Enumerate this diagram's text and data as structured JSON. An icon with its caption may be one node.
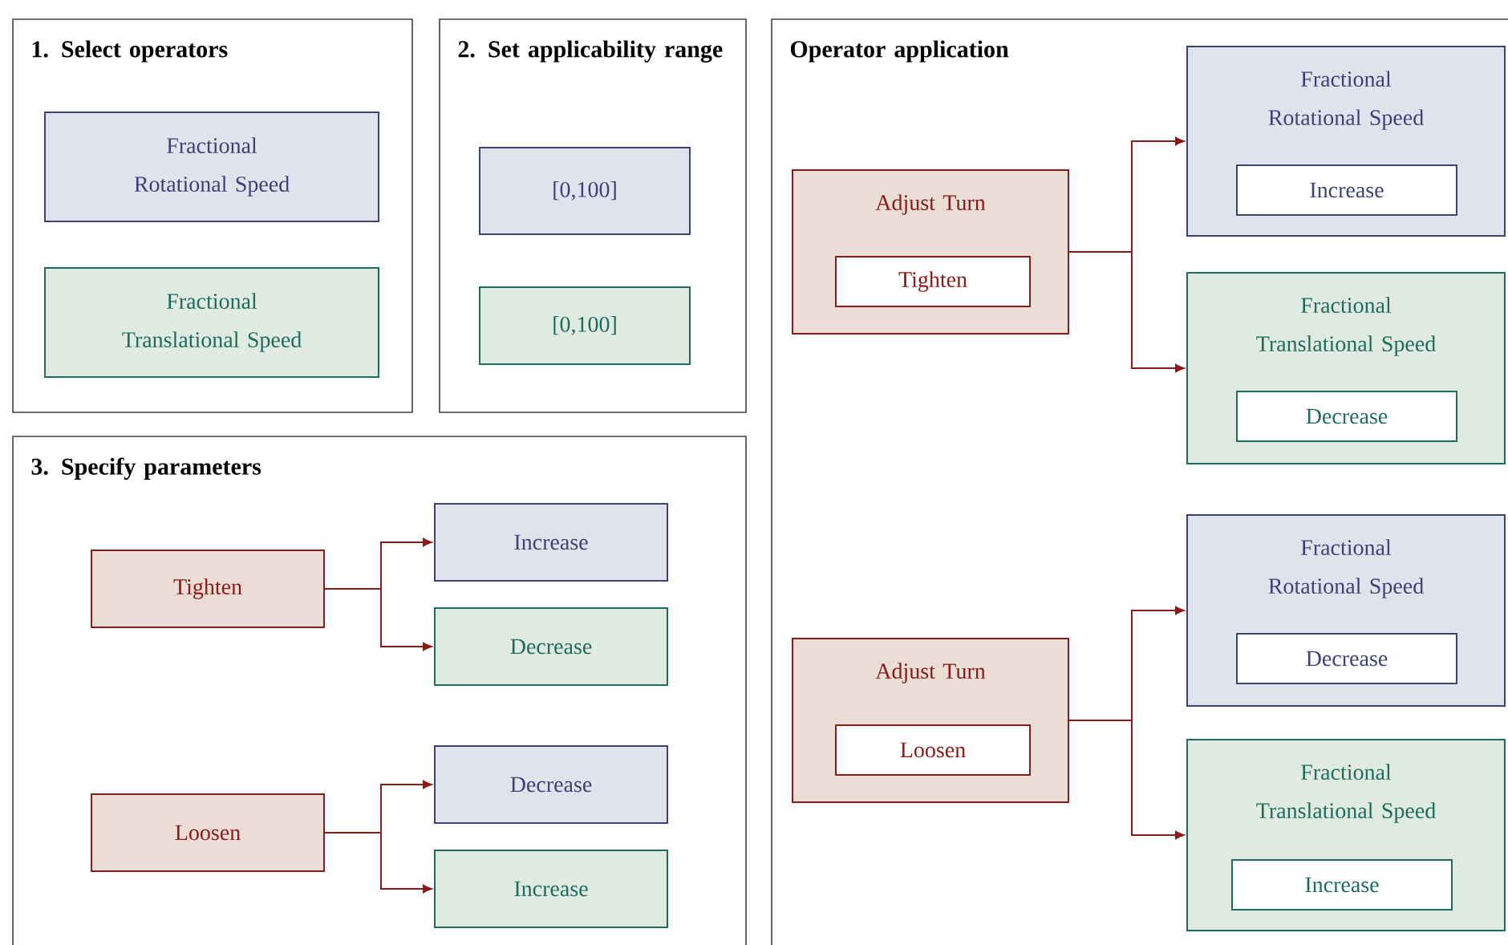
{
  "diagram": {
    "nodes": [
      {
        "text": [
          "1. Select operators"
        ]
      },
      {
        "text": [
          "Fractional Rotational Speed"
        ],
        "in": 0
      },
      {
        "text": [
          "Fractional Translational Speed"
        ],
        "in": 0
      },
      {
        "text": [
          "2. Set applicability range"
        ]
      },
      {
        "text": [
          "[0,100]"
        ],
        "in": 3
      },
      {
        "text": [
          "[0,100]"
        ],
        "in": 3
      },
      {
        "text": [
          "3. Specify parameters"
        ]
      },
      {
        "text": [
          "Tighten"
        ],
        "in": 6
      },
      {
        "text": [
          "Increase"
        ],
        "in": 6
      },
      {
        "text": [
          "Decrease"
        ],
        "in": 6
      },
      {
        "text": [
          "Loosen"
        ],
        "in": 6
      },
      {
        "text": [
          "Decrease"
        ],
        "in": 6
      },
      {
        "text": [
          "Increase"
        ],
        "in": 6
      },
      {
        "text": [
          "Operator application"
        ]
      },
      {
        "text": [
          "Adjust Turn"
        ],
        "in": 13
      },
      {
        "text": [
          "Tighten"
        ],
        "in": 14
      },
      {
        "text": [
          "Fractional Rotational Speed"
        ],
        "in": 13
      },
      {
        "text": [
          "Increase"
        ],
        "in": 16
      },
      {
        "text": [
          "Fractional Translational Speed"
        ],
        "in": 13
      },
      {
        "text": [
          "Decrease"
        ],
        "in": 18
      },
      {
        "text": [
          "Adjust Turn"
        ],
        "in": 13
      },
      {
        "text": [
          "Loosen"
        ],
        "in": 20
      },
      {
        "text": [
          "Fractional Rotational Speed"
        ],
        "in": 13
      },
      {
        "text": [
          "Decrease"
        ],
        "in": 22
      },
      {
        "text": [
          "Fractional Translational Speed"
        ],
        "in": 13
      },
      {
        "text": [
          "Increase"
        ],
        "in": 24
      }
    ],
    "edges": [
      {
        "from": 7,
        "to": 8,
        "arrow": "to"
      },
      {
        "from": 7,
        "to": 9,
        "arrow": "to"
      },
      {
        "from": 10,
        "to": 11,
        "arrow": "to"
      },
      {
        "from": 10,
        "to": 12,
        "arrow": "to"
      },
      {
        "from": 14,
        "to": 16,
        "arrow": "to"
      },
      {
        "from": 14,
        "to": 18,
        "arrow": "to"
      },
      {
        "from": 20,
        "to": 22,
        "arrow": "to"
      },
      {
        "from": 20,
        "to": 24,
        "arrow": "to"
      }
    ]
  }
}
